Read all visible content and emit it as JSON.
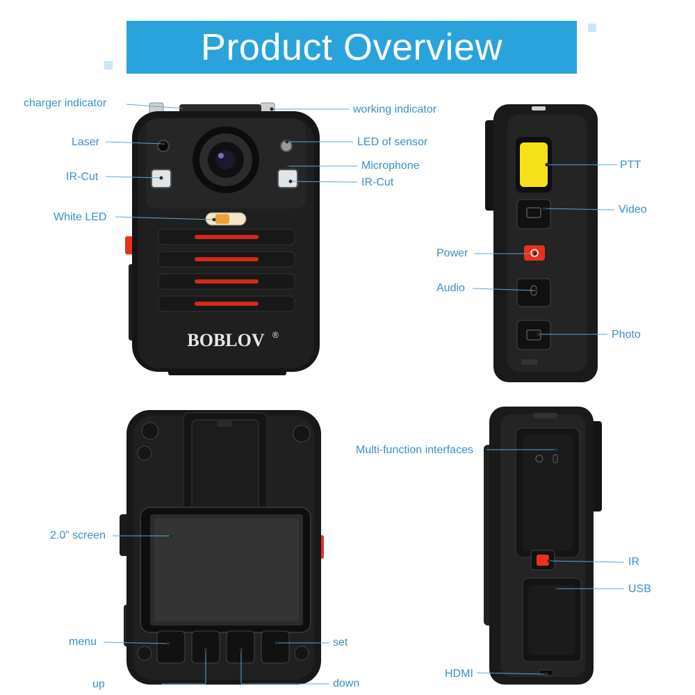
{
  "header": {
    "title": "Product Overview"
  },
  "brand": {
    "logo_text": "BOBLOV",
    "registered": "®"
  },
  "colors": {
    "banner": "#2aa3dc",
    "label": "#3b8fc6",
    "line": "#5aa9d6",
    "red_accent": "#e8321f",
    "ptt_yellow": "#f5e11a"
  },
  "front_view": {
    "charger_indicator": "charger indicator",
    "laser": "Laser",
    "ir_cut_left": "IR-Cut",
    "white_led": "White LED",
    "working_indicator": "working indicator",
    "led_of_sensor": "LED of sensor",
    "microphone": "Microphone",
    "ir_cut_right": "IR-Cut"
  },
  "side_view": {
    "ptt": "PTT",
    "video": "Video",
    "power": "Power",
    "audio": "Audio",
    "photo": "Photo"
  },
  "back_view": {
    "screen": "2.0” screen",
    "menu": "menu",
    "set": "set",
    "up": "up",
    "down": "down"
  },
  "other_side_view": {
    "multi_function": "Multi-function interfaces",
    "ir": "IR",
    "usb": "USB",
    "hdmi": "HDMI"
  }
}
